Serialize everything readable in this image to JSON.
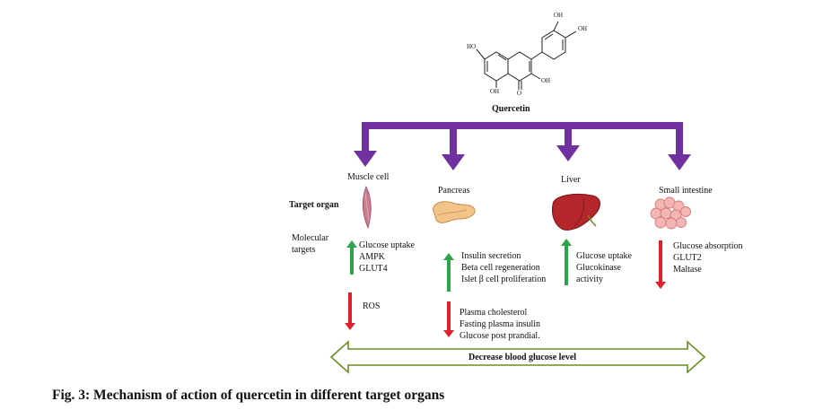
{
  "molecule": {
    "name": "Quercetin",
    "substituents": [
      "HO",
      "OH",
      "OH",
      "OH",
      "OH",
      "O"
    ]
  },
  "organs": [
    {
      "name": "Muscle cell",
      "up_effects": [
        "Glucose uptake",
        "AMPK",
        "GLUT4"
      ],
      "down_effects": [
        "ROS"
      ]
    },
    {
      "name": "Pancreas",
      "up_effects": [
        "Insulin secretion",
        "Beta cell regeneration",
        "Islet β cell proliferation"
      ],
      "down_effects": [
        "Plasma cholesterol",
        "Fasting plasma insulin",
        "Glucose post prandial."
      ]
    },
    {
      "name": "Liver",
      "up_effects": [
        "Glucose uptake",
        "Glucokinase",
        "activity"
      ],
      "down_effects": []
    },
    {
      "name": "Small intestine",
      "up_effects": [],
      "down_effects": [
        "Glucose absorption",
        "GLUT2",
        "Maltase"
      ]
    }
  ],
  "row_labels": {
    "target_organ": "Target organ",
    "molecular_targets": [
      "Molecular",
      "targets"
    ]
  },
  "outcome": "Decrease blood glucose level",
  "caption": "Fig. 3: Mechanism of action of quercetin in different target organs",
  "colors": {
    "branch": "#7030a0",
    "increase": "#2ca44a",
    "decrease": "#e0202a",
    "outcome_arrow": "#6b8e23"
  }
}
